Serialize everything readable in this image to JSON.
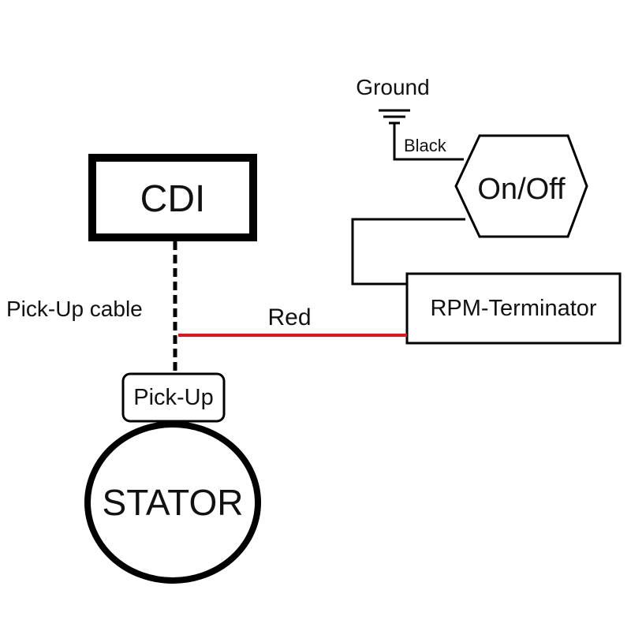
{
  "labels": {
    "cdi": "CDI",
    "pickup_cable": "Pick-Up cable",
    "red_wire": "Red",
    "rpm_terminator": "RPM-Terminator",
    "on_off": "On/Off",
    "ground": "Ground",
    "black_wire": "Black",
    "pickup": "Pick-Up",
    "stator": "STATOR"
  },
  "colors": {
    "line": "#000000",
    "red_wire": "#e4121d",
    "red_label": "#e4121d",
    "text": "#111111"
  },
  "icons": {
    "ground": "ground-symbol-icon"
  }
}
